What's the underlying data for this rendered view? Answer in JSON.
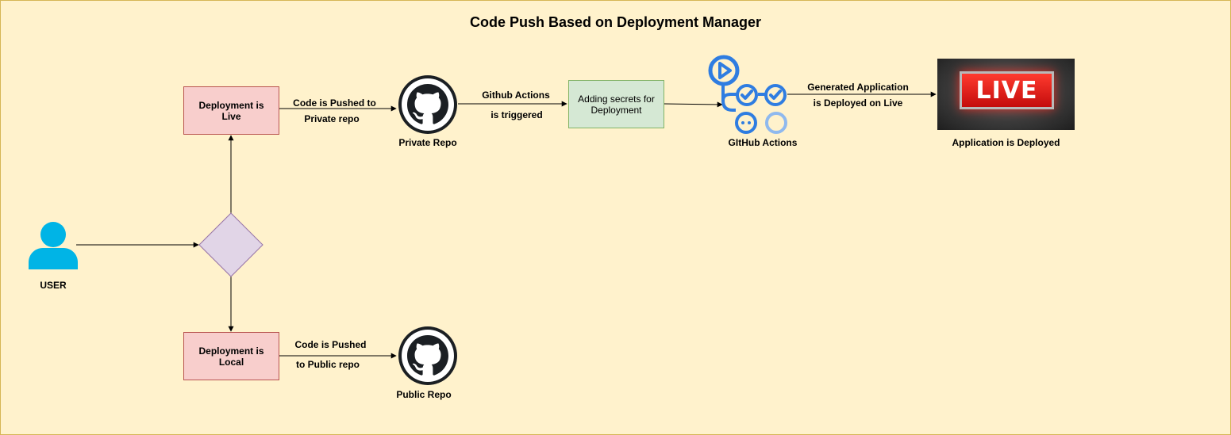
{
  "title": "Code Push Based on Deployment Manager",
  "nodes": {
    "user_label": "USER",
    "deploy_live": "Deployment is Live",
    "deploy_local": "Deployment is Local",
    "private_repo_label": "Private Repo",
    "public_repo_label": "Public Repo",
    "secrets_box": "Adding secrets for Deployment",
    "github_actions_label": "GItHub Actions",
    "app_deployed_label": "Application is Deployed",
    "live_sign_text": "LIVE"
  },
  "edges": {
    "push_private_1": "Code is Pushed to",
    "push_private_2": "Private repo",
    "push_public_1": "Code is Pushed",
    "push_public_2": "to Public repo",
    "actions_1": "Github Actions",
    "actions_2": "is triggered",
    "generated_1": "Generated Application",
    "generated_2": "is Deployed on Live"
  },
  "colors": {
    "background": "#fff2cc",
    "pink_fill": "#f8cecc",
    "green_fill": "#d5e8d4",
    "decision_fill": "#e1d5e7",
    "user_icon": "#00b4e6",
    "actions_icon": "#2f7de1",
    "github_icon": "#1b1f23"
  }
}
